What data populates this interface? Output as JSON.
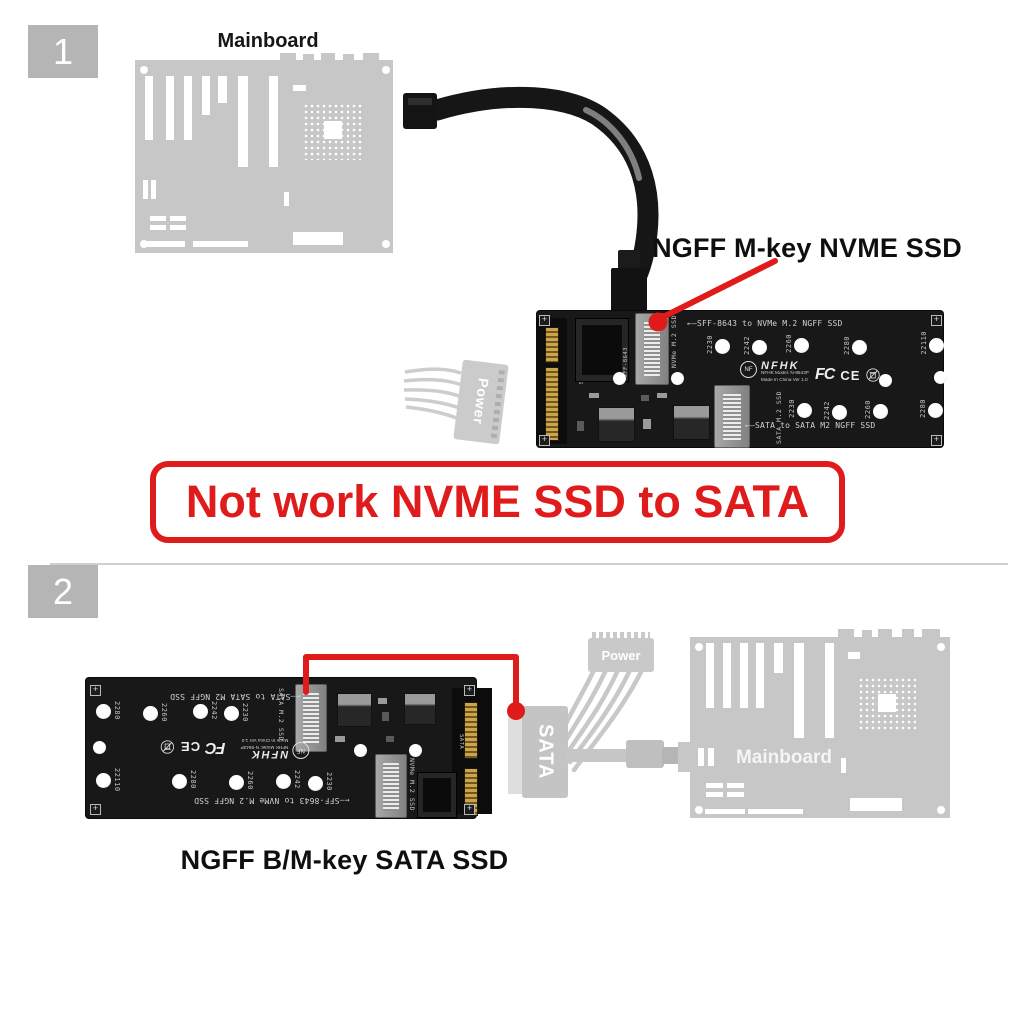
{
  "colors": {
    "accent_red": "#e01b1b",
    "pcb_black": "#181818",
    "ghost_gray": "#c7c7c7",
    "badge_gray": "#b5b5b5",
    "gold": "#cda44c"
  },
  "step1": {
    "badge": "1",
    "mainboard_label": "Mainboard",
    "callout": "NGFF M-key NVME SSD",
    "power_label": "Power"
  },
  "warning": {
    "text": "Not work NVME SSD to SATA"
  },
  "step2": {
    "badge": "2",
    "mainboard_label": "Mainboard",
    "callout": "NGFF B/M-key SATA SSD",
    "power_label": "Power",
    "sata_label": "SATA"
  },
  "pcb": {
    "silk_top": "←—SFF-8643 to NVMe M.2 NGFF SSD",
    "silk_bottom": "←—SATA to SATA M2 NGFF SSD",
    "nvme_slot_label": "NVMe M.2 SSD",
    "sata_slot_label": "SATA M.2 SSD",
    "sff_label": "SFF-8643",
    "sata_edge_label": "SATA",
    "brand_logo": "NF",
    "brand": "NFHK",
    "model_line": "NFHK Model: N-8643P",
    "origin_line": "Made In China Ver 1.0",
    "fcc_mark": "FC",
    "ce_mark": "CE",
    "holes_top": [
      "2230",
      "2242",
      "2260",
      "2280",
      "22110"
    ],
    "holes_bottom": [
      "2230",
      "2242",
      "2260",
      "2280"
    ]
  }
}
